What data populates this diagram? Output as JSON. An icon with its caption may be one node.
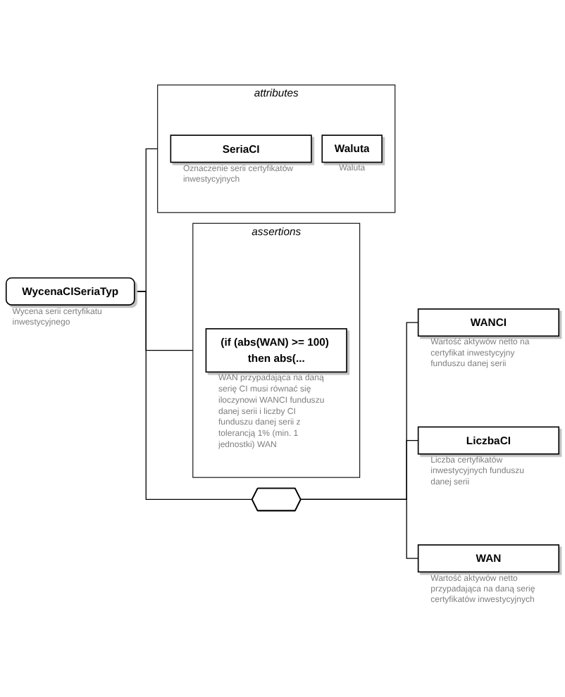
{
  "diagram": {
    "nodes": [
      {
        "text": [
          "WycenaCISeriaTyp"
        ],
        "beside": [
          "Wycena serii certyfikatu inwestycyjnego"
        ]
      },
      {
        "text": [
          "attributes"
        ]
      },
      {
        "text": [
          "SeriaCI"
        ],
        "beside": [
          "Oznaczenie serii certyfikatów inwestycyjnych"
        ],
        "in": 1
      },
      {
        "text": [
          "Waluta"
        ],
        "beside": [
          "Waluta"
        ],
        "in": 1
      },
      {
        "text": [],
        "shape": "octagon"
      },
      {
        "text": [
          "WANCI"
        ],
        "beside": [
          "Wartość aktywów netto na certyfikat inwestycyjny funduszu danej serii"
        ]
      },
      {
        "text": [
          "LiczbaCI"
        ],
        "beside": [
          "Liczba certyfikatów inwestycyjnych funduszu danej serii"
        ]
      },
      {
        "text": [
          "WAN"
        ],
        "beside": [
          "Wartość aktywów netto przypadająca na daną serię certyfikatów inwestycyjnych"
        ]
      },
      {
        "text": [
          "assertions"
        ]
      },
      {
        "text": [
          "(if (abs(WAN) >= 100) then abs(..."
        ],
        "beside": [
          "WAN przypadająca na daną serię CI musi równać się iloczynowi WANCI funduszu danej serii i liczby CI funduszu danej serii z tolerancją 1% (min. 1 jednostki) WAN"
        ],
        "in": 8
      }
    ],
    "edges": [
      {
        "from": 0,
        "to": 1,
        "arrow": "none"
      },
      {
        "from": 0,
        "to": 4,
        "arrow": "none"
      },
      {
        "from": 0,
        "to": 8,
        "arrow": "none"
      },
      {
        "from": 4,
        "to": 5,
        "arrow": "none"
      },
      {
        "from": 4,
        "to": 6,
        "arrow": "none"
      },
      {
        "from": 4,
        "to": 7,
        "arrow": "none"
      }
    ]
  }
}
